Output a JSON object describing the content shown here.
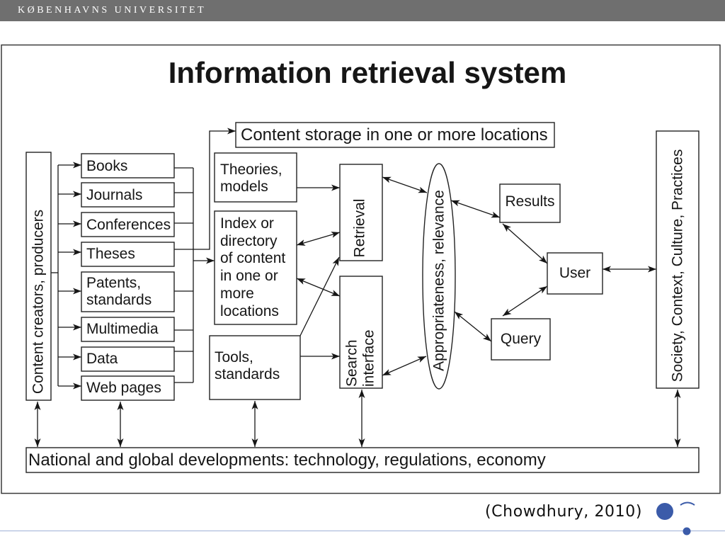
{
  "header": {
    "institution": "KØBENHAVNS UNIVERSITET"
  },
  "diagram": {
    "title": "Information retrieval system",
    "content_storage": "Content storage in one or more locations",
    "content_creators": "Content creators, producers",
    "sources": [
      {
        "lines": [
          "Books"
        ]
      },
      {
        "lines": [
          "Journals"
        ]
      },
      {
        "lines": [
          "Conferences"
        ]
      },
      {
        "lines": [
          "Theses"
        ]
      },
      {
        "lines": [
          "Patents,",
          "standards"
        ]
      },
      {
        "lines": [
          "Multimedia"
        ]
      },
      {
        "lines": [
          "Data"
        ]
      },
      {
        "lines": [
          "Web pages"
        ]
      }
    ],
    "theories_models": [
      "Theories,",
      "models"
    ],
    "index_directory": [
      "Index or",
      "directory",
      "of content",
      "in one or",
      "more",
      "locations"
    ],
    "tools_standards": [
      "Tools,",
      "standards"
    ],
    "retrieval": "Retrieval",
    "search_interface": [
      "Search",
      "interface"
    ],
    "appropriateness_relevance": "Appropriateness, relevance",
    "results": "Results",
    "user": "User",
    "query": "Query",
    "society_context": "Society, Context, Culture, Practices",
    "national_global": "National and global developments: technology, regulations, economy"
  },
  "citation": "(Chowdhury, 2010)",
  "colors": {
    "header_bar": "#6f6f6f",
    "header_text": "#ffffff",
    "brand_blue": "#3b5ba9",
    "rule": "#9fb0d6",
    "ink": "#161616"
  }
}
